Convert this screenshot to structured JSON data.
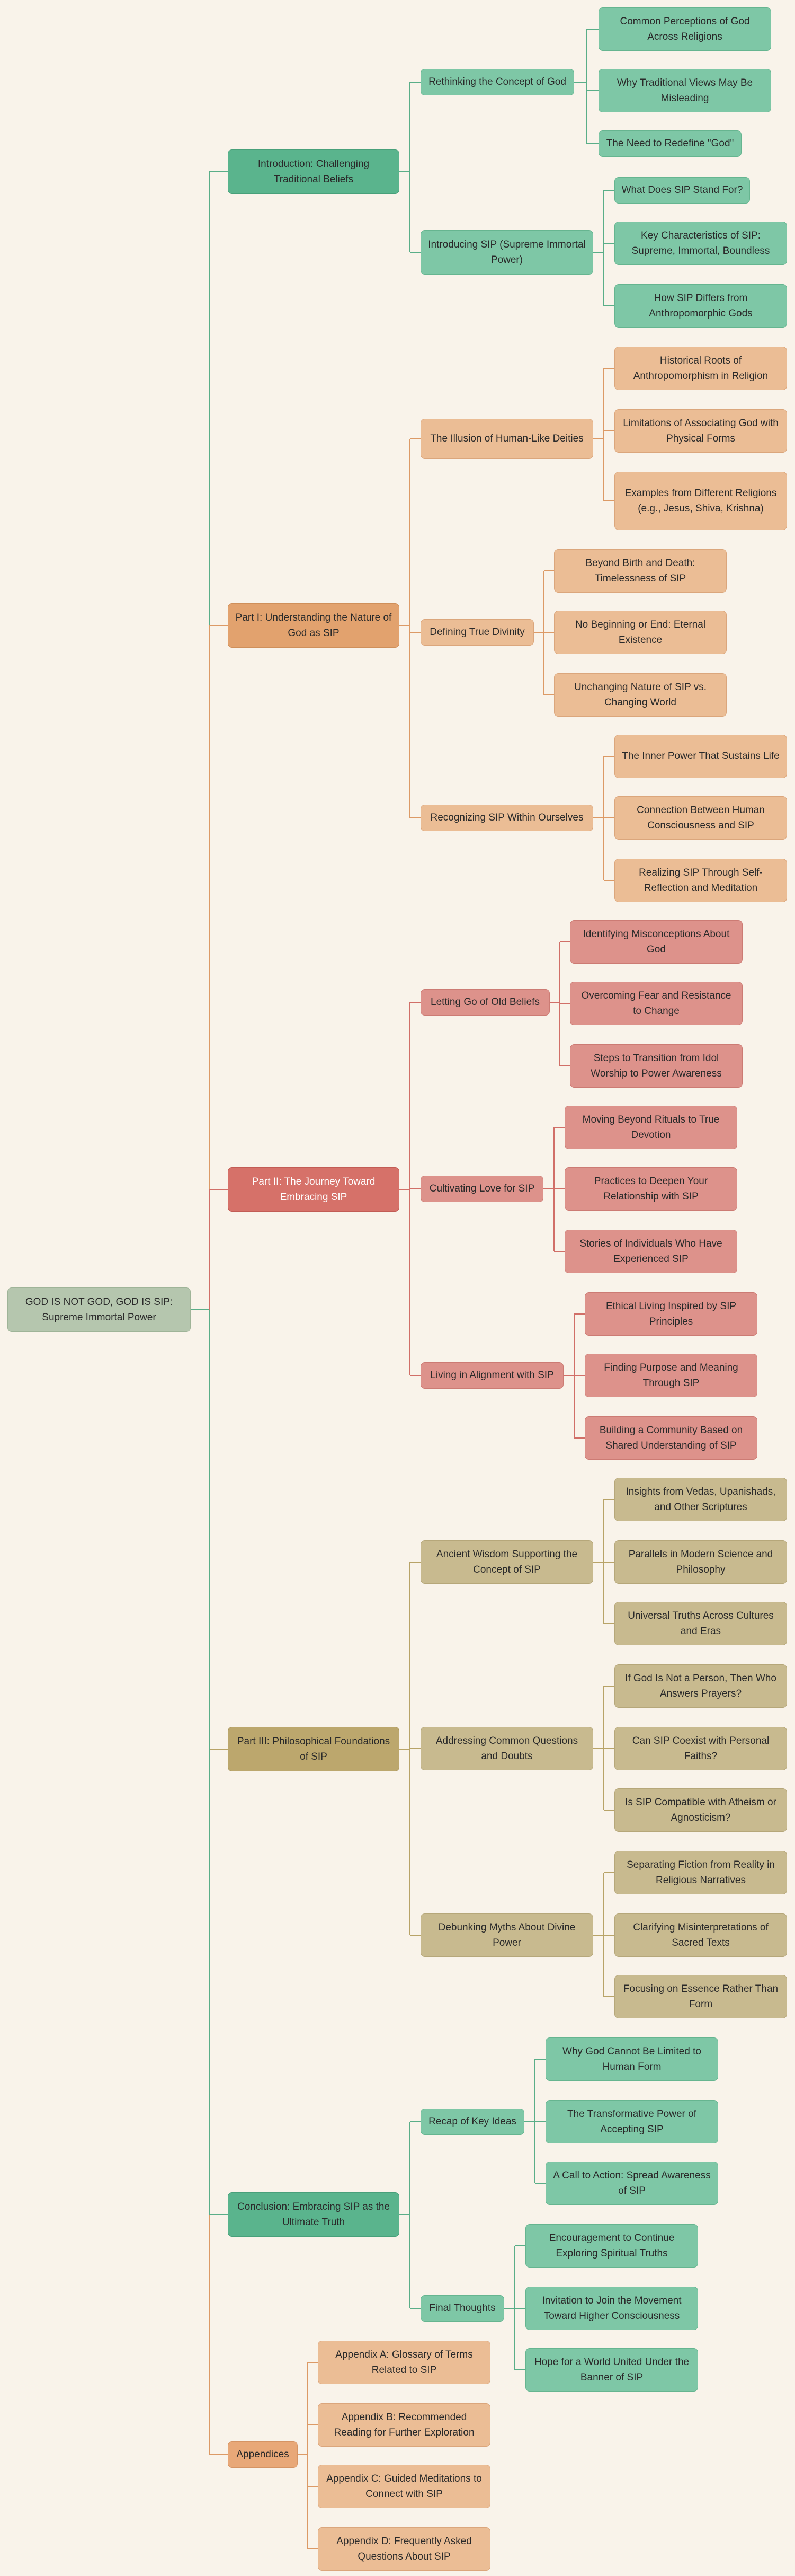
{
  "mindmap": {
    "root": "GOD IS NOT GOD, GOD IS SIP: Supreme Immortal Power",
    "intro": {
      "label": "Introduction: Challenging Traditional Beliefs",
      "rethinking": {
        "label": "Rethinking the Concept of God",
        "items": [
          "Common Perceptions of God Across Religions",
          "Why Traditional Views May Be Misleading",
          "The Need to Redefine \"God\""
        ]
      },
      "introducing": {
        "label": "Introducing SIP (Supreme Immortal Power)",
        "items": [
          "What Does SIP Stand For?",
          "Key Characteristics of SIP: Supreme, Immortal, Boundless",
          "How SIP Differs from Anthropomorphic Gods"
        ]
      }
    },
    "part1": {
      "label": "Part I: Understanding the Nature of God as SIP",
      "illusion": {
        "label": "The Illusion of Human-Like Deities",
        "items": [
          "Historical Roots of Anthropomorphism in Religion",
          "Limitations of Associating God with Physical Forms",
          "Examples from Different Religions (e.g., Jesus, Shiva, Krishna)"
        ]
      },
      "defining": {
        "label": "Defining True Divinity",
        "items": [
          "Beyond Birth and Death: Timelessness of SIP",
          "No Beginning or End: Eternal Existence",
          "Unchanging Nature of SIP vs. Changing World"
        ]
      },
      "recognizing": {
        "label": "Recognizing SIP Within Ourselves",
        "items": [
          "The Inner Power That Sustains Life",
          "Connection Between Human Consciousness and SIP",
          "Realizing SIP Through Self-Reflection and Meditation"
        ]
      }
    },
    "part2": {
      "label": "Part II: The Journey Toward Embracing SIP",
      "letting": {
        "label": "Letting Go of Old Beliefs",
        "items": [
          "Identifying Misconceptions About God",
          "Overcoming Fear and Resistance to Change",
          "Steps to Transition from Idol Worship to Power Awareness"
        ]
      },
      "cultivating": {
        "label": "Cultivating Love for SIP",
        "items": [
          "Moving Beyond Rituals to True Devotion",
          "Practices to Deepen Your Relationship with SIP",
          "Stories of Individuals Who Have Experienced SIP"
        ]
      },
      "living": {
        "label": "Living in Alignment with SIP",
        "items": [
          "Ethical Living Inspired by SIP Principles",
          "Finding Purpose and Meaning Through SIP",
          "Building a Community Based on Shared Understanding of SIP"
        ]
      }
    },
    "part3": {
      "label": "Part III: Philosophical Foundations of SIP",
      "ancient": {
        "label": "Ancient Wisdom Supporting the Concept of SIP",
        "items": [
          "Insights from Vedas, Upanishads, and Other Scriptures",
          "Parallels in Modern Science and Philosophy",
          "Universal Truths Across Cultures and Eras"
        ]
      },
      "addressing": {
        "label": "Addressing Common Questions and Doubts",
        "items": [
          "If God Is Not a Person, Then Who Answers Prayers?",
          "Can SIP Coexist with Personal Faiths?",
          "Is SIP Compatible with Atheism or Agnosticism?"
        ]
      },
      "debunking": {
        "label": "Debunking Myths About Divine Power",
        "items": [
          "Separating Fiction from Reality in Religious Narratives",
          "Clarifying Misinterpretations of Sacred Texts",
          "Focusing on Essence Rather Than Form"
        ]
      }
    },
    "conclusion": {
      "label": "Conclusion: Embracing SIP as the Ultimate Truth",
      "recap": {
        "label": "Recap of Key Ideas",
        "items": [
          "Why God Cannot Be Limited to Human Form",
          "The Transformative Power of Accepting SIP",
          "A Call to Action: Spread Awareness of SIP"
        ]
      },
      "final": {
        "label": "Final Thoughts",
        "items": [
          "Encouragement to Continue Exploring Spiritual Truths",
          "Invitation to Join the Movement Toward Higher Consciousness",
          "Hope for a World United Under the Banner of SIP"
        ]
      }
    },
    "appendices": {
      "label": "Appendices",
      "items": [
        "Appendix A: Glossary of Terms Related to SIP",
        "Appendix B: Recommended Reading for Further Exploration",
        "Appendix C: Guided Meditations to Connect with SIP",
        "Appendix D: Frequently Asked Questions About SIP"
      ]
    }
  },
  "colors": {
    "green_line": "#5aae88",
    "orange_line": "#dc9a66",
    "red_line": "#d16f68",
    "khaki_line": "#b8a368"
  }
}
